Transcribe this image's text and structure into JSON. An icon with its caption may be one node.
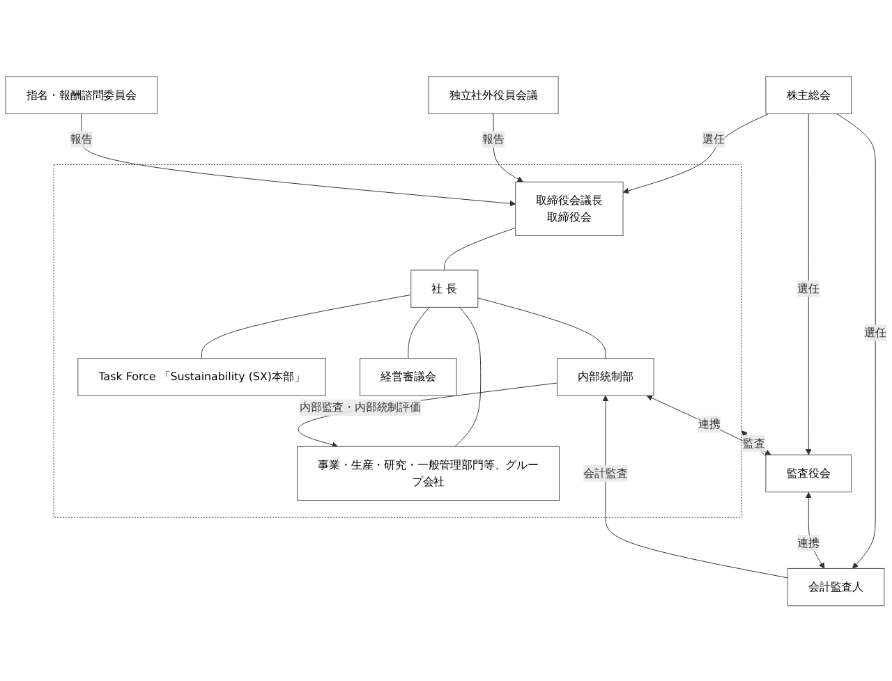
{
  "diagram": {
    "nodes": [
      {
        "text": [
          "株主総会"
        ]
      },
      {
        "text": [],
        "shape": "box"
      },
      {
        "text": [
          "取締役会議長",
          "取締役会"
        ],
        "in": 1
      },
      {
        "text": [
          "社 長"
        ],
        "in": 1
      },
      {
        "text": [
          "経営審議会"
        ],
        "in": 1
      },
      {
        "text": [
          "Task Force 「Sustainability (SX)本部」"
        ],
        "in": 1
      },
      {
        "text": [
          "事業・生産・研究・一般管理部門等、グループ会社"
        ],
        "in": 1
      },
      {
        "text": [
          "内部統制部"
        ],
        "in": 1
      },
      {
        "text": [
          "独立社外役員会議"
        ]
      },
      {
        "text": [
          "指名・報酬諮問委員会"
        ]
      },
      {
        "text": [
          "監査役会"
        ]
      },
      {
        "text": [
          "会計監査人"
        ]
      }
    ],
    "edges": [
      {
        "from": 0,
        "to": 2,
        "arrow": "to",
        "label": "選任"
      },
      {
        "from": 8,
        "to": 2,
        "arrow": "to",
        "label": "報告"
      },
      {
        "from": 9,
        "to": 2,
        "arrow": "to",
        "label": "報告"
      },
      {
        "from": 0,
        "to": 10,
        "arrow": "to",
        "label": "選任"
      },
      {
        "from": 0,
        "to": 11,
        "arrow": "to",
        "label": "選任"
      },
      {
        "from": 2,
        "to": 3,
        "arrow": "none"
      },
      {
        "from": 3,
        "to": 4,
        "arrow": "none"
      },
      {
        "from": 3,
        "to": 5,
        "arrow": "none"
      },
      {
        "from": 3,
        "to": 6,
        "arrow": "none"
      },
      {
        "from": 3,
        "to": 7,
        "arrow": "none"
      },
      {
        "from": 10,
        "to": 1,
        "arrow": "to",
        "label": "監査"
      },
      {
        "from": 7,
        "to": 10,
        "arrow": "both",
        "label": "連携"
      },
      {
        "from": 10,
        "to": 11,
        "arrow": "both",
        "label": "連携"
      },
      {
        "from": 7,
        "to": 6,
        "arrow": "to",
        "label": "内部監査・内部統制評価"
      },
      {
        "from": 11,
        "to": 7,
        "arrow": "to",
        "label": "会計監査"
      }
    ]
  }
}
